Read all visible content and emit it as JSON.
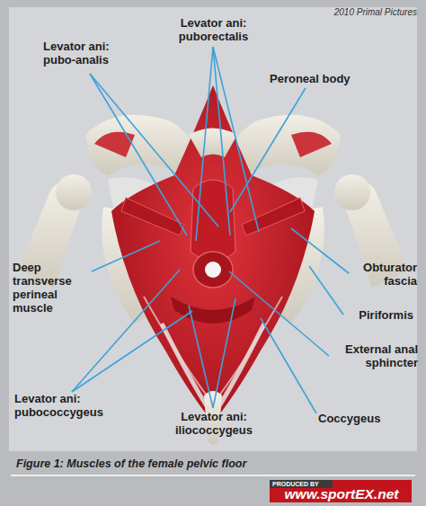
{
  "diagram": {
    "caption": "Figure 1: Muscles of the female pelvic floor",
    "labels": [
      "Levator ani: pubo-analis",
      "Levator ani: puborectalis",
      "Peroneal body",
      "Deep transverse perineal muscle",
      "Obturator fascia",
      "Piriformis",
      "External anal sphincter",
      "Levator ani: pubococcygeus",
      "Levator ani: iliococcygeus",
      "Coccygeus",
      "2010 Primal Pictures",
      "PRODUCED BY",
      "www.sportEX.net"
    ]
  }
}
